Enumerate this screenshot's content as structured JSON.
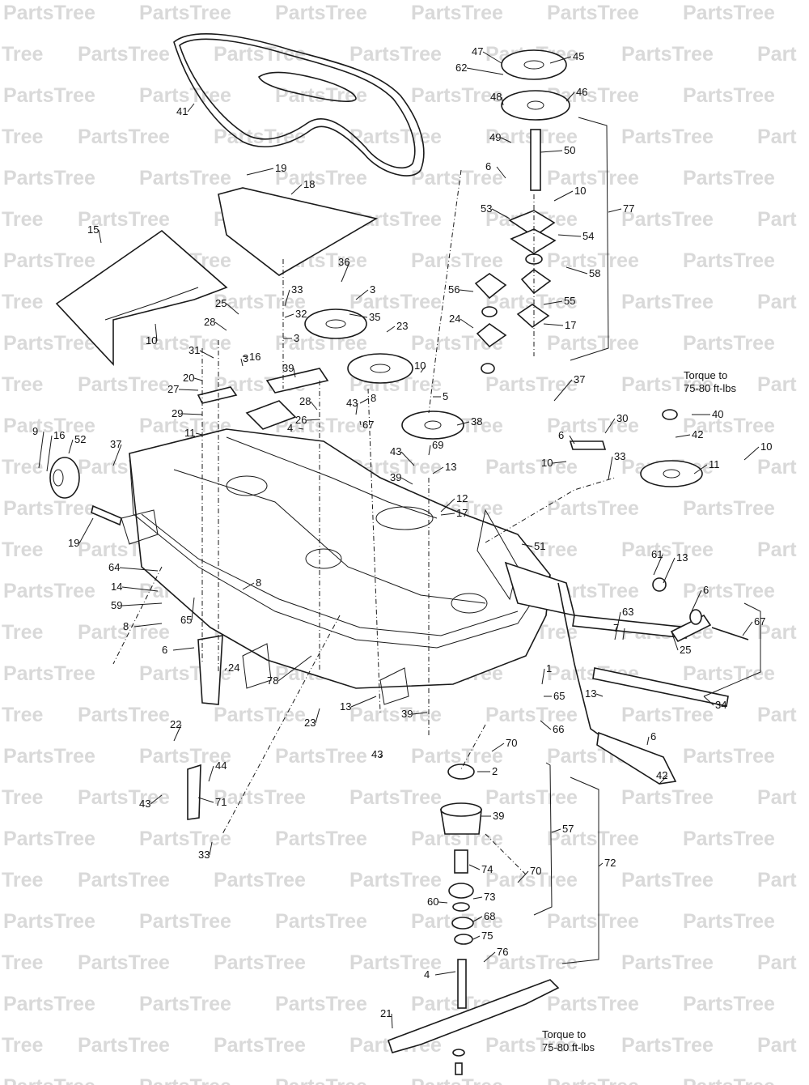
{
  "watermark": "PartsTree",
  "watermark_partial": [
    "Tree",
    "Part"
  ],
  "notes": [
    {
      "line1": "Torque to",
      "line2": "75-80 ft-lbs"
    },
    {
      "line1": "Torque to",
      "line2": "75-80 ft-lbs"
    }
  ],
  "callouts": [
    "47",
    "62",
    "45",
    "48",
    "46",
    "41",
    "49",
    "50",
    "19",
    "18",
    "6",
    "10",
    "53",
    "77",
    "54",
    "15",
    "36",
    "3",
    "58",
    "33",
    "32",
    "35",
    "25",
    "56",
    "55",
    "24",
    "17",
    "28",
    "10",
    "3",
    "23",
    "16",
    "31",
    "10",
    "3",
    "39",
    "5",
    "20",
    "27",
    "37",
    "43",
    "8",
    "30",
    "29",
    "28",
    "26",
    "67",
    "4",
    "40",
    "42",
    "38",
    "6",
    "10",
    "11",
    "9",
    "16",
    "52",
    "37",
    "43",
    "69",
    "10",
    "11",
    "39",
    "13",
    "33",
    "12",
    "17",
    "19",
    "51",
    "64",
    "61",
    "13",
    "6",
    "14",
    "8",
    "59",
    "8",
    "63",
    "65",
    "67",
    "7",
    "25",
    "6",
    "1",
    "24",
    "78",
    "65",
    "34",
    "13",
    "23",
    "13",
    "39",
    "66",
    "22",
    "6",
    "43",
    "70",
    "44",
    "42",
    "2",
    "43",
    "71",
    "57",
    "39",
    "72",
    "33",
    "74",
    "70",
    "60",
    "73",
    "68",
    "75",
    "76",
    "4",
    "21"
  ],
  "colors": {
    "ink": "#1a1a1a",
    "watermark": "#d9d9d9",
    "background": "#ffffff"
  }
}
